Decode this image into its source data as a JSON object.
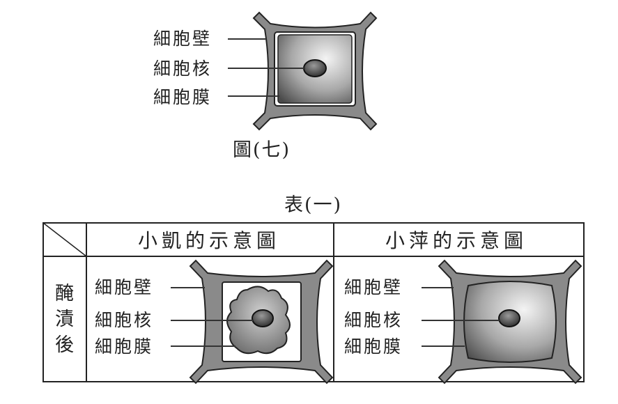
{
  "figure": {
    "caption": "圖(七)",
    "labels": {
      "wall": "細胞壁",
      "nucleus": "細胞核",
      "membrane": "細胞膜"
    }
  },
  "table": {
    "title": "表(一)",
    "columns": [
      "小凱的示意圖",
      "小萍的示意圖"
    ],
    "row_header": [
      "醃",
      "漬",
      "後"
    ],
    "xiaokai": {
      "wall": "細胞壁",
      "nucleus": "細胞核",
      "membrane": "細胞膜"
    },
    "xiaoping": {
      "wall": "細胞壁",
      "nucleus": "細胞核",
      "membrane": "細胞膜"
    }
  }
}
